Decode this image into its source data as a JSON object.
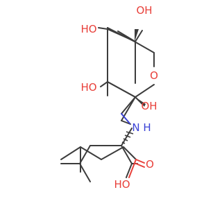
{
  "colors": {
    "bond": "#3c3c3c",
    "oxygen": "#e8403a",
    "nitrogen": "#3b43d6",
    "background": "#ffffff"
  },
  "labels": {
    "oh_c5": "OH",
    "oh_c4": "HO",
    "oh_c3": "HO",
    "ring_oxygen": "O",
    "oh_c2": "OH",
    "amine": "H",
    "amine_n": "N",
    "acid_o_double": "O",
    "acid_oh": "HO"
  }
}
